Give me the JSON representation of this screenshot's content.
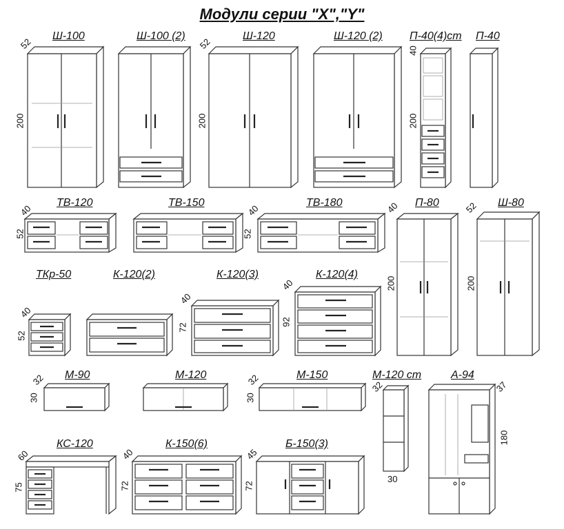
{
  "title": "Модули серии  \"X\",\"Y\"",
  "modules": {
    "sh100": {
      "name": "Ш-100",
      "depth": "52",
      "height": "200"
    },
    "sh100_2": {
      "name": "Ш-100 (2)"
    },
    "sh120": {
      "name": "Ш-120",
      "depth": "52",
      "height": "200"
    },
    "sh120_2": {
      "name": "Ш-120 (2)"
    },
    "p40_4": {
      "name": "П-40(4)ст",
      "depth": "40",
      "height": "200"
    },
    "p40": {
      "name": "П-40"
    },
    "tv120": {
      "name": "ТВ-120",
      "depth": "40",
      "height": "52"
    },
    "tv150": {
      "name": "ТВ-150"
    },
    "tv180": {
      "name": "ТВ-180",
      "depth": "40",
      "height": "52"
    },
    "p80": {
      "name": "П-80",
      "depth": "40",
      "height": "200"
    },
    "sh80": {
      "name": "Ш-80",
      "depth": "52",
      "height": "200"
    },
    "tkr50": {
      "name": "ТКр-50",
      "depth": "40",
      "height": "52"
    },
    "k120_2": {
      "name": "К-120(2)"
    },
    "k120_3": {
      "name": "К-120(3)",
      "depth": "40",
      "height": "72"
    },
    "k120_4": {
      "name": "К-120(4)",
      "depth": "40",
      "height": "92"
    },
    "m90": {
      "name": "М-90",
      "depth": "32",
      "height": "30"
    },
    "m120": {
      "name": "М-120"
    },
    "m150": {
      "name": "М-150",
      "depth": "32",
      "height": "30"
    },
    "m120st": {
      "name": "М-120 ст",
      "depth": "32",
      "width": "30"
    },
    "a94": {
      "name": "А-94",
      "depth": "37",
      "height": "180"
    },
    "ks120": {
      "name": "КС-120",
      "depth": "60",
      "height": "75"
    },
    "k150_6": {
      "name": "К-150(6)",
      "depth": "40",
      "height": "72"
    },
    "b150_3": {
      "name": "Б-150(3)",
      "depth": "45",
      "height": "72"
    }
  }
}
